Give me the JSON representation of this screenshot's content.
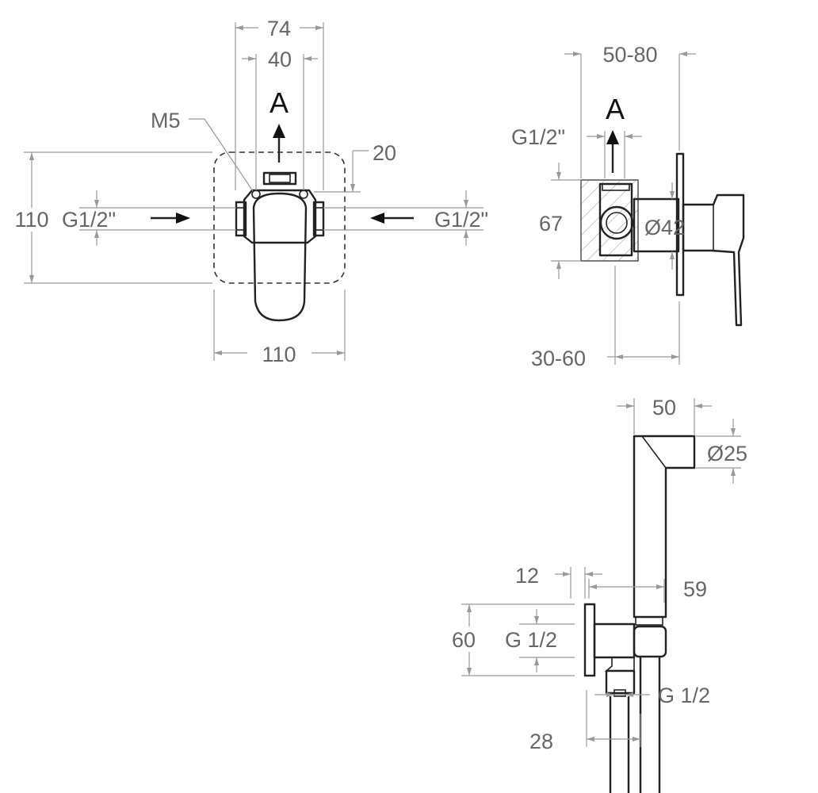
{
  "front_view": {
    "width_top_outer": "74",
    "width_top_inner": "40",
    "arrow_label": "A",
    "screw_label": "M5",
    "offset_label": "20",
    "height_label": "110",
    "inlet_left_label": "G1/2\"",
    "inlet_right_label": "G1/2\"",
    "width_bottom": "110"
  },
  "side_view": {
    "depth_top": "50-80",
    "arrow_label": "A",
    "outlet_label": "G1/2\"",
    "height_label": "67",
    "diameter_label": "Ø42",
    "depth_bottom": "30-60"
  },
  "shower_view": {
    "width_top": "50",
    "diameter_label": "Ø25",
    "offset_small": "12",
    "offset_large": "59",
    "height_label": "60",
    "thread_side": "G 1/2",
    "thread_bottom": "G 1/2",
    "width_bottom": "28"
  }
}
